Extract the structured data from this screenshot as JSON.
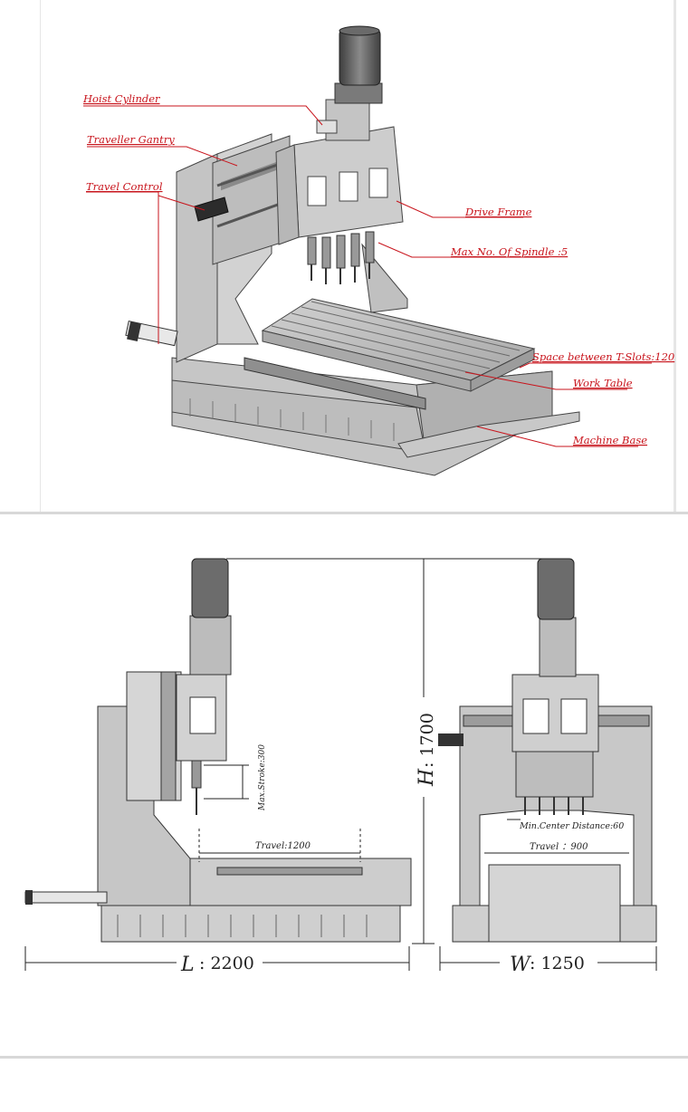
{
  "top_labels": {
    "hoist_cylinder": "Hoist Cylinder",
    "traveller_gantry": "Traveller Gantry",
    "travel_control": "Travel Control",
    "drive_frame": "Drive Frame",
    "max_spindle": "Max No. Of Spindle :5",
    "tslot_space": "Space between T-Slots:120",
    "work_table": "Work Table",
    "machine_base": "Machine Base"
  },
  "dimensions": {
    "length_letter": "L",
    "length_value": ": 2200",
    "width_letter": "W",
    "width_value": ": 1250",
    "height_letter": "H",
    "height_value": ": 1700",
    "max_stroke": "Max.Stroke:300",
    "travel_side": "Travel:1200",
    "travel_front": "Travel ：900",
    "min_center": "Min.Center Distance:60"
  },
  "colors": {
    "label_red": "#c8141c",
    "machine_gray": "#b9b9b9",
    "motor_dark": "#5a5a5a"
  }
}
